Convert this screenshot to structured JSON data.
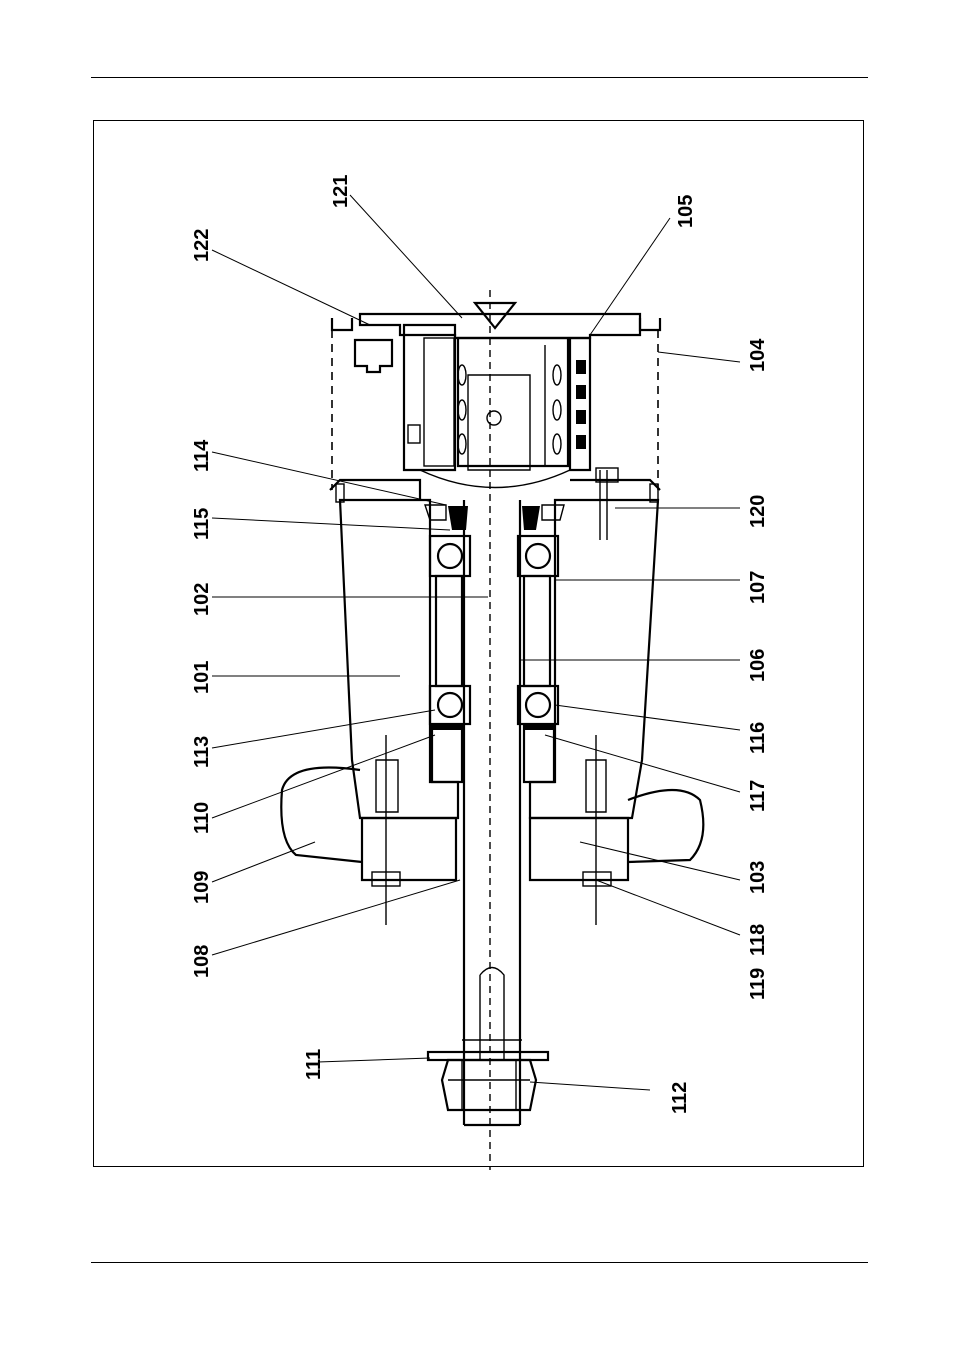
{
  "labels": {
    "l101": "101",
    "l102": "102",
    "l103": "103",
    "l104": "104",
    "l105": "105",
    "l106": "106",
    "l107": "107",
    "l108": "108",
    "l109": "109",
    "l110": "110",
    "l111": "111",
    "l112": "112",
    "l113": "113",
    "l114": "114",
    "l115": "115",
    "l116": "116",
    "l117": "117",
    "l118": "118",
    "l119": "119",
    "l120": "120",
    "l121": "121",
    "l122": "122"
  }
}
